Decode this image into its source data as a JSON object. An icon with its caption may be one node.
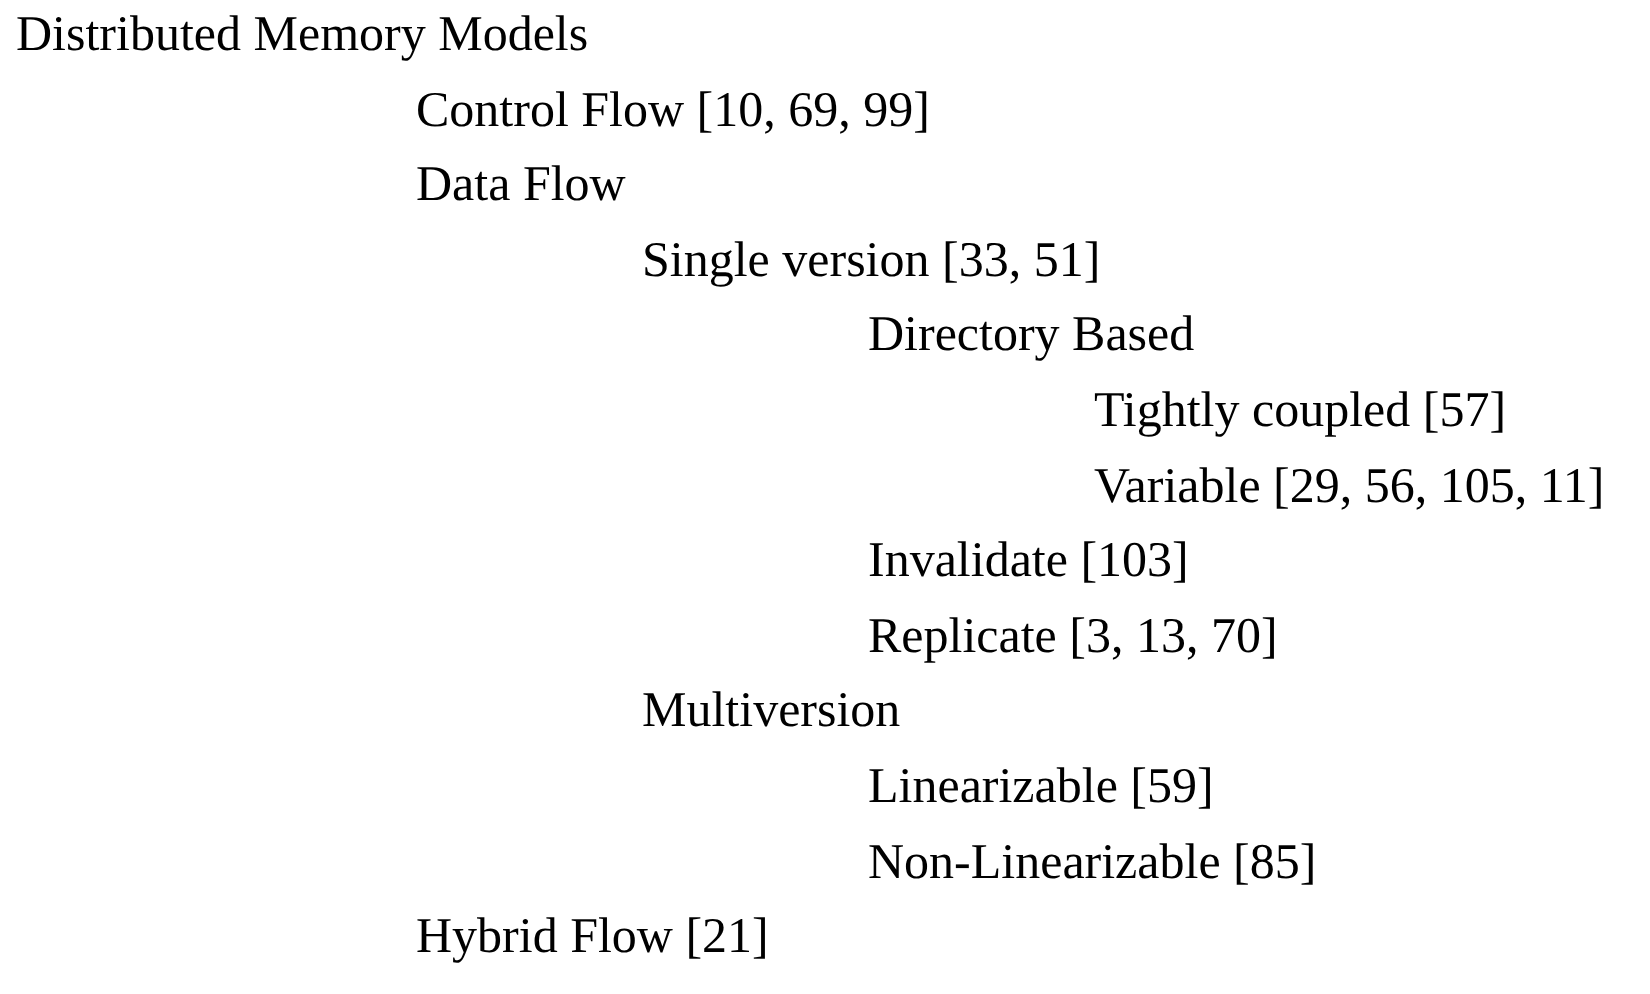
{
  "diagram": {
    "labels": [
      "Distributed Memory Models",
      "Control Flow [10, 69, 99]",
      "Data Flow",
      "Single version [33, 51]",
      "Directory Based",
      "Tightly coupled [57]",
      "Variable [29, 56, 105, 11]",
      "Invalidate [103]",
      "Replicate [3, 13, 70]",
      "Multiversion",
      "Linearizable [59]",
      "Non-Linearizable [85]",
      "Hybrid Flow [21]"
    ]
  }
}
